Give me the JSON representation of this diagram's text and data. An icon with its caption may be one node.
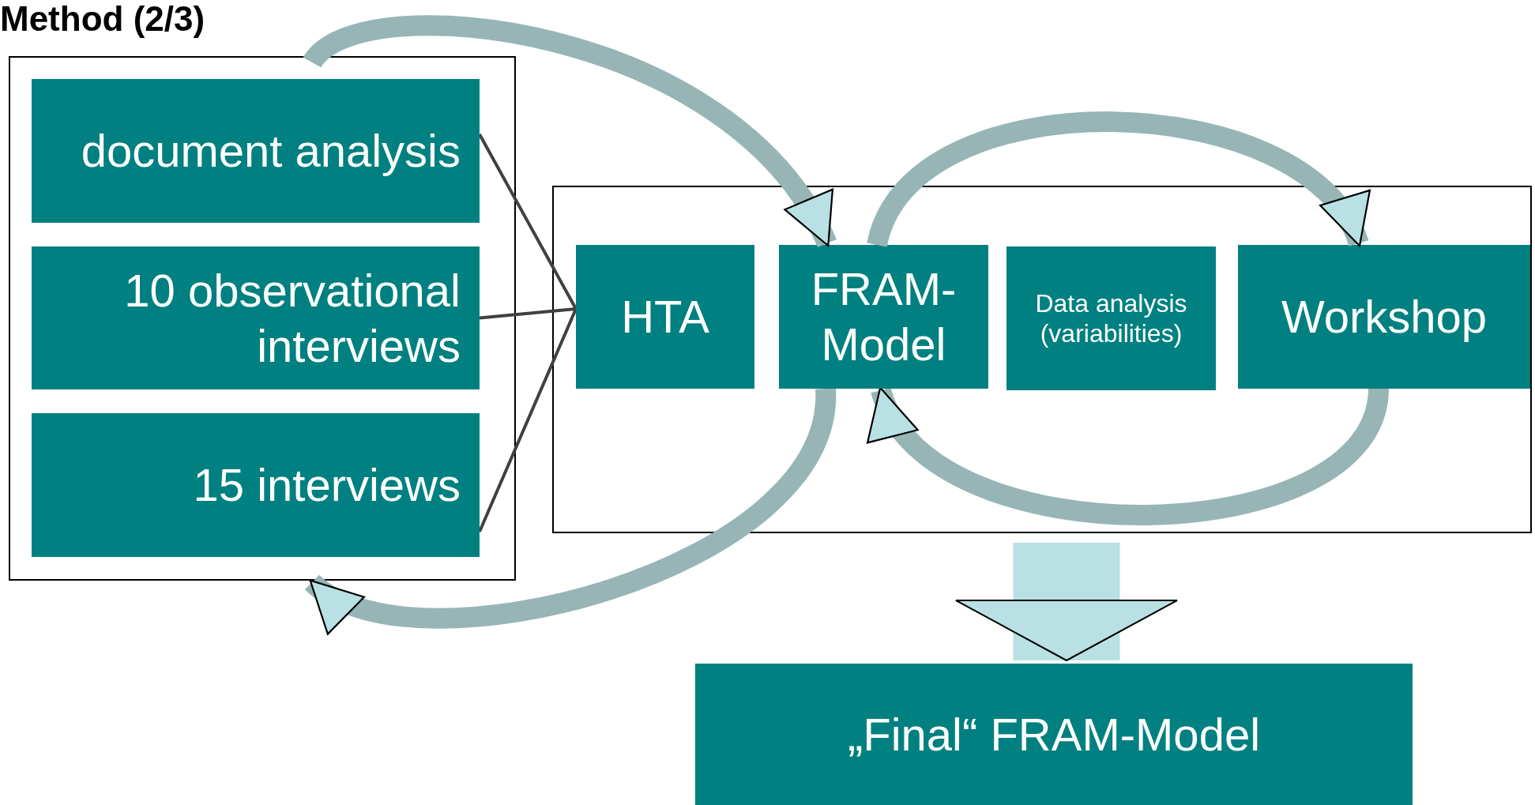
{
  "diagram": {
    "title": "Method (2/3)",
    "nodes": [
      {
        "text": [],
        "shape": "box"
      },
      {
        "text": [
          "document analysis"
        ],
        "in": 0
      },
      {
        "text": [
          "10 observational interviews"
        ],
        "in": 0
      },
      {
        "text": [
          "15 interviews"
        ],
        "in": 0
      },
      {
        "text": [],
        "shape": "box"
      },
      {
        "text": [
          "HTA"
        ],
        "in": 4
      },
      {
        "text": [
          "FRAM-Model"
        ],
        "in": 4
      },
      {
        "text": [
          "Data analysis (variabilities)"
        ],
        "in": 4
      },
      {
        "text": [
          "Workshop"
        ],
        "in": 4
      },
      {
        "text": [
          "„Final“ FRAM-Model"
        ]
      }
    ],
    "edges": [
      {
        "from": 1,
        "to": 5,
        "arrow": "none",
        "color": "#404040"
      },
      {
        "from": 2,
        "to": 5,
        "arrow": "none",
        "color": "#404040"
      },
      {
        "from": 3,
        "to": 5,
        "arrow": "none",
        "color": "#404040"
      },
      {
        "from": 0,
        "to": 6,
        "arrow": "to"
      },
      {
        "from": 6,
        "to": 8,
        "arrow": "to"
      },
      {
        "from": 8,
        "to": 6,
        "arrow": "to"
      },
      {
        "from": 6,
        "to": 0,
        "arrow": "to"
      },
      {
        "from": 4,
        "to": 9,
        "arrow": "to",
        "style": "thick",
        "color": "#b9e0e2"
      }
    ]
  }
}
